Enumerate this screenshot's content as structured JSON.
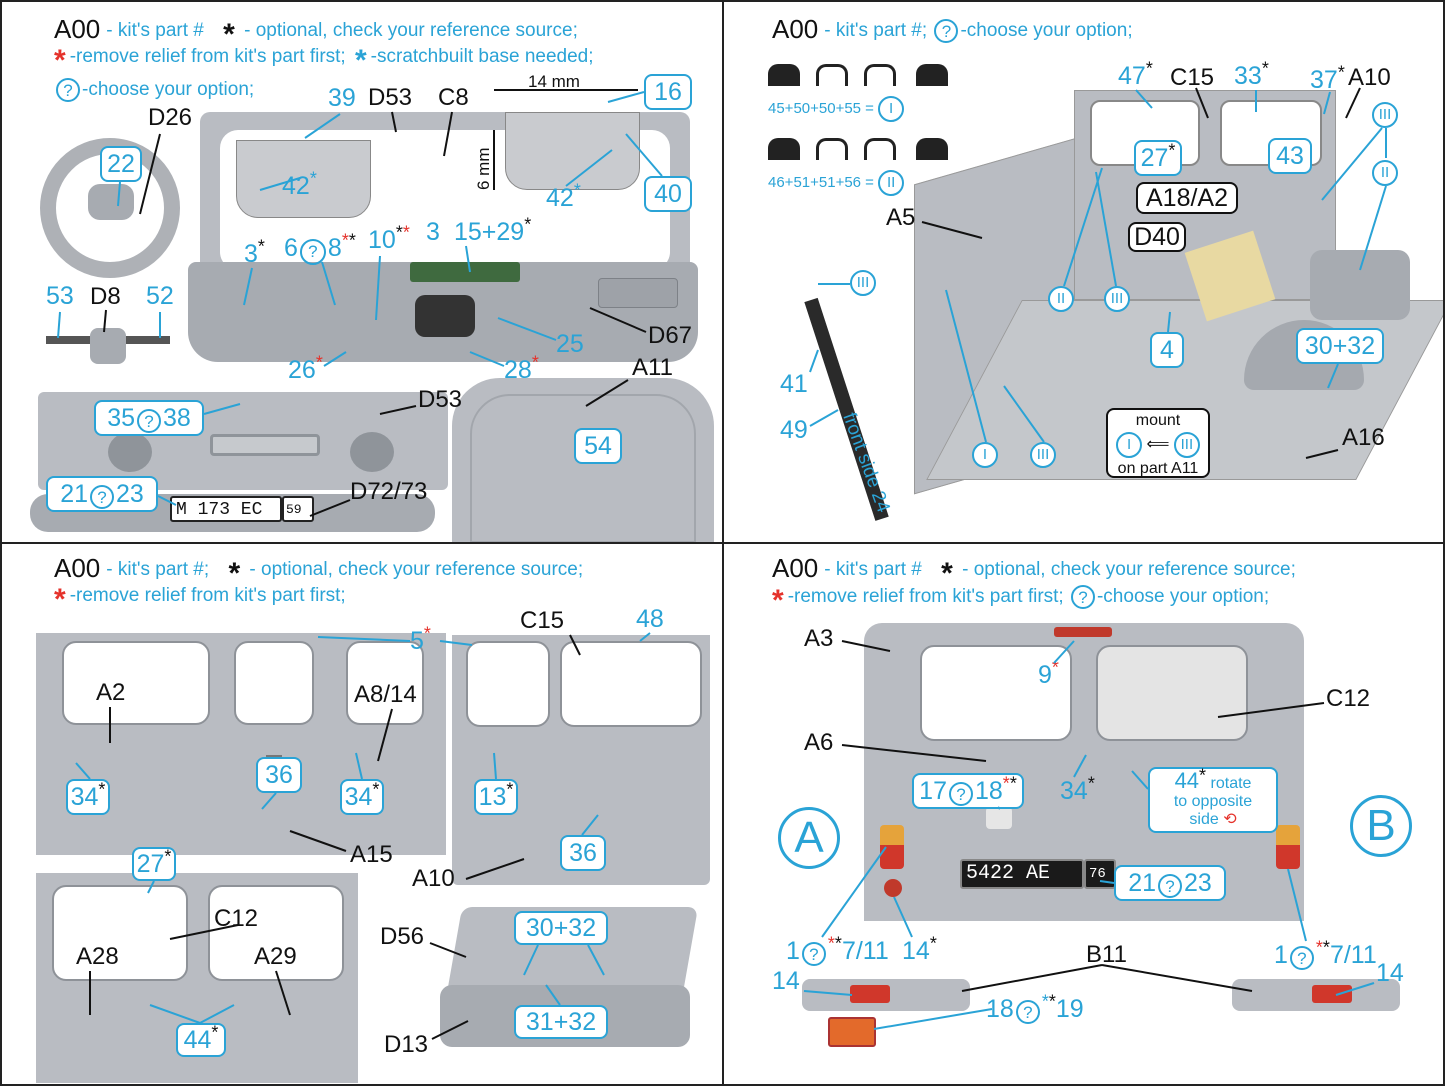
{
  "common": {
    "part_code": "A00",
    "kit_part": "- kit's part #",
    "kit_part_semi": "- kit's part #;",
    "optional": "- optional, check your reference source;",
    "remove_relief": "-remove relief from kit's part first;",
    "scratch_base": "-scratchbuilt base needed;",
    "choose_option": "-choose your option;",
    "choose_option_dash": "-choose your option;",
    "q": "?",
    "star": "*"
  },
  "panel1": {
    "labels": {
      "d26": "D26",
      "d53": "D53",
      "c8": "C8",
      "d8": "D8",
      "d67": "D67",
      "a11": "A11",
      "d53b": "D53",
      "d72": "D72/73",
      "mm14": "14 mm",
      "mm6": "6 mm"
    },
    "callouts": {
      "n39": "39",
      "n42a": "42",
      "n42b": "42",
      "n22": "22",
      "n16": "16",
      "n40": "40",
      "n3a": "3",
      "n6": "6",
      "n8": "8",
      "n10": "10",
      "n3b": "3",
      "n15": "15+29",
      "n53": "53",
      "n52": "52",
      "n25": "25",
      "n26": "26",
      "n28": "28",
      "n35": "35",
      "n38": "38",
      "n54": "54",
      "n21": "21",
      "n23": "23"
    },
    "plate": {
      "num": "M 173 EC",
      "region": "59"
    }
  },
  "panel2": {
    "labels": {
      "c15": "C15",
      "a10": "A10",
      "a5": "A5",
      "a18": "A18/A2",
      "d40": "D40",
      "a16": "A16",
      "front_side": "front side 24",
      "mount": "mount",
      "on_part": "on part A11"
    },
    "formula1": "45+50+50+55 =",
    "formula2": "46+51+51+56 =",
    "roman": {
      "r1": "I",
      "r2": "II",
      "r3": "III"
    },
    "callouts": {
      "n47": "47",
      "n33": "33",
      "n37": "37",
      "n27": "27",
      "n43": "43",
      "n4": "4",
      "n30": "30+32",
      "n41": "41",
      "n49": "49"
    }
  },
  "panel3": {
    "labels": {
      "a2": "A2",
      "a8": "A8/14",
      "c15": "C15",
      "a15": "A15",
      "a10": "A10",
      "c12": "C12",
      "a28": "A28",
      "a29": "A29",
      "d56": "D56",
      "d13": "D13"
    },
    "callouts": {
      "n5": "5",
      "n48": "48",
      "n34a": "34",
      "n36a": "36",
      "n34b": "34",
      "n13": "13",
      "n36b": "36",
      "n27": "27",
      "n44": "44",
      "n30": "30+32",
      "n31": "31+32"
    }
  },
  "panel4": {
    "labels": {
      "a3": "A3",
      "c12": "C12",
      "a6": "A6",
      "b11": "B11",
      "rotate": "rotate",
      "to_opp": "to opposite",
      "side": "side"
    },
    "big": {
      "a": "A",
      "b": "B"
    },
    "callouts": {
      "n9": "9",
      "n17": "17",
      "n18": "18",
      "n34": "34",
      "n44": "44",
      "n21": "21",
      "n23": "23",
      "n1a": "1",
      "n7a": "7/11",
      "n14a": "14",
      "n1b": "1",
      "n7b": "7/11",
      "n14b": "14",
      "n14c": "14",
      "n18b": "18",
      "n19": "19"
    },
    "plate": {
      "num": "5422 AE",
      "region": "76"
    }
  },
  "colors": {
    "accent": "#2aa3d6",
    "red": "#e5322b",
    "body": "#b9bcc2"
  }
}
